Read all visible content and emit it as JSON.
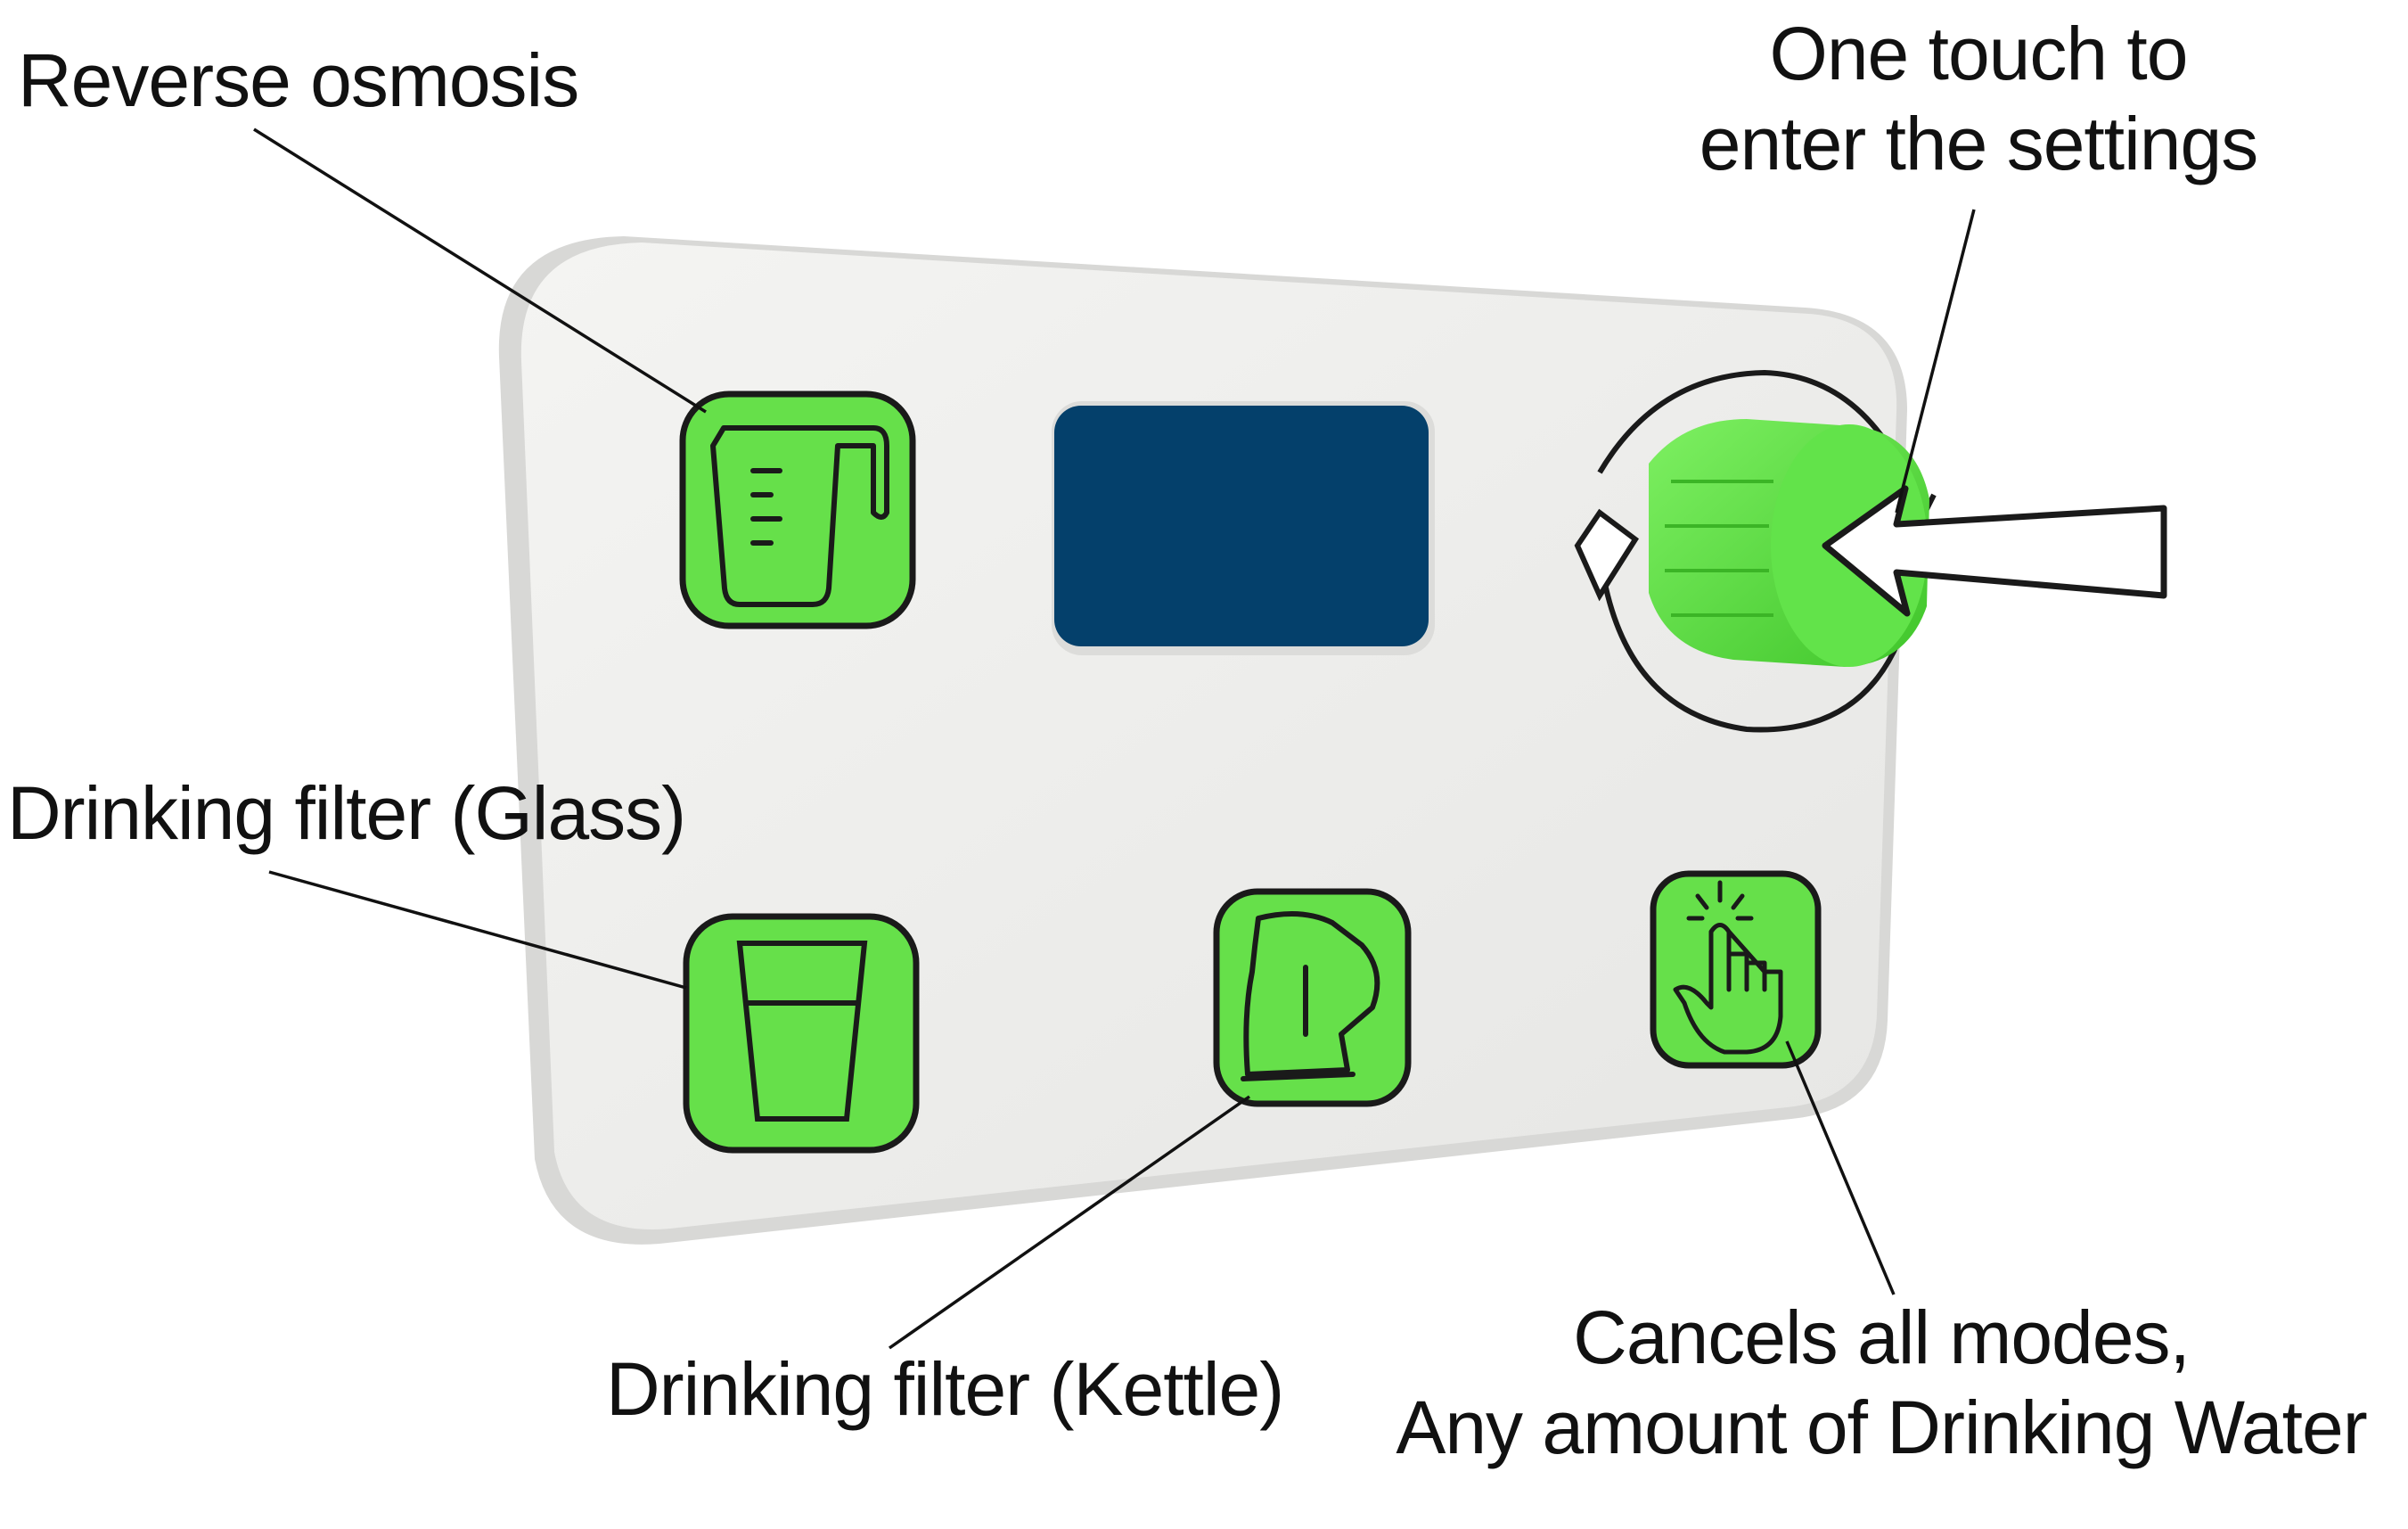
{
  "labels": {
    "reverse_osmosis": "Reverse osmosis",
    "settings_line1": "One touch to",
    "settings_line2": "enter the settings",
    "glass": "Drinking filter (Glass)",
    "kettle": "Drinking filter (Kettle)",
    "cancel_line1": "Cancels all modes,",
    "cancel_line2": "Any amount of Drinking Water"
  },
  "icons": {
    "reverse_osmosis_button": "measuring-jug-icon",
    "glass_button": "glass-icon",
    "kettle_button": "kettle-icon",
    "cancel_button": "tap-finger-icon",
    "knob": "rotary-knob-icon",
    "knob_rotation": "rotate-arrows-icon",
    "touch": "press-arrow-icon"
  },
  "colors": {
    "button_green": "#66e04a",
    "knob_green": "#5bdc43",
    "display_blue": "#04406b",
    "panel_white": "#ededeb",
    "outline": "#1a1a1a"
  }
}
